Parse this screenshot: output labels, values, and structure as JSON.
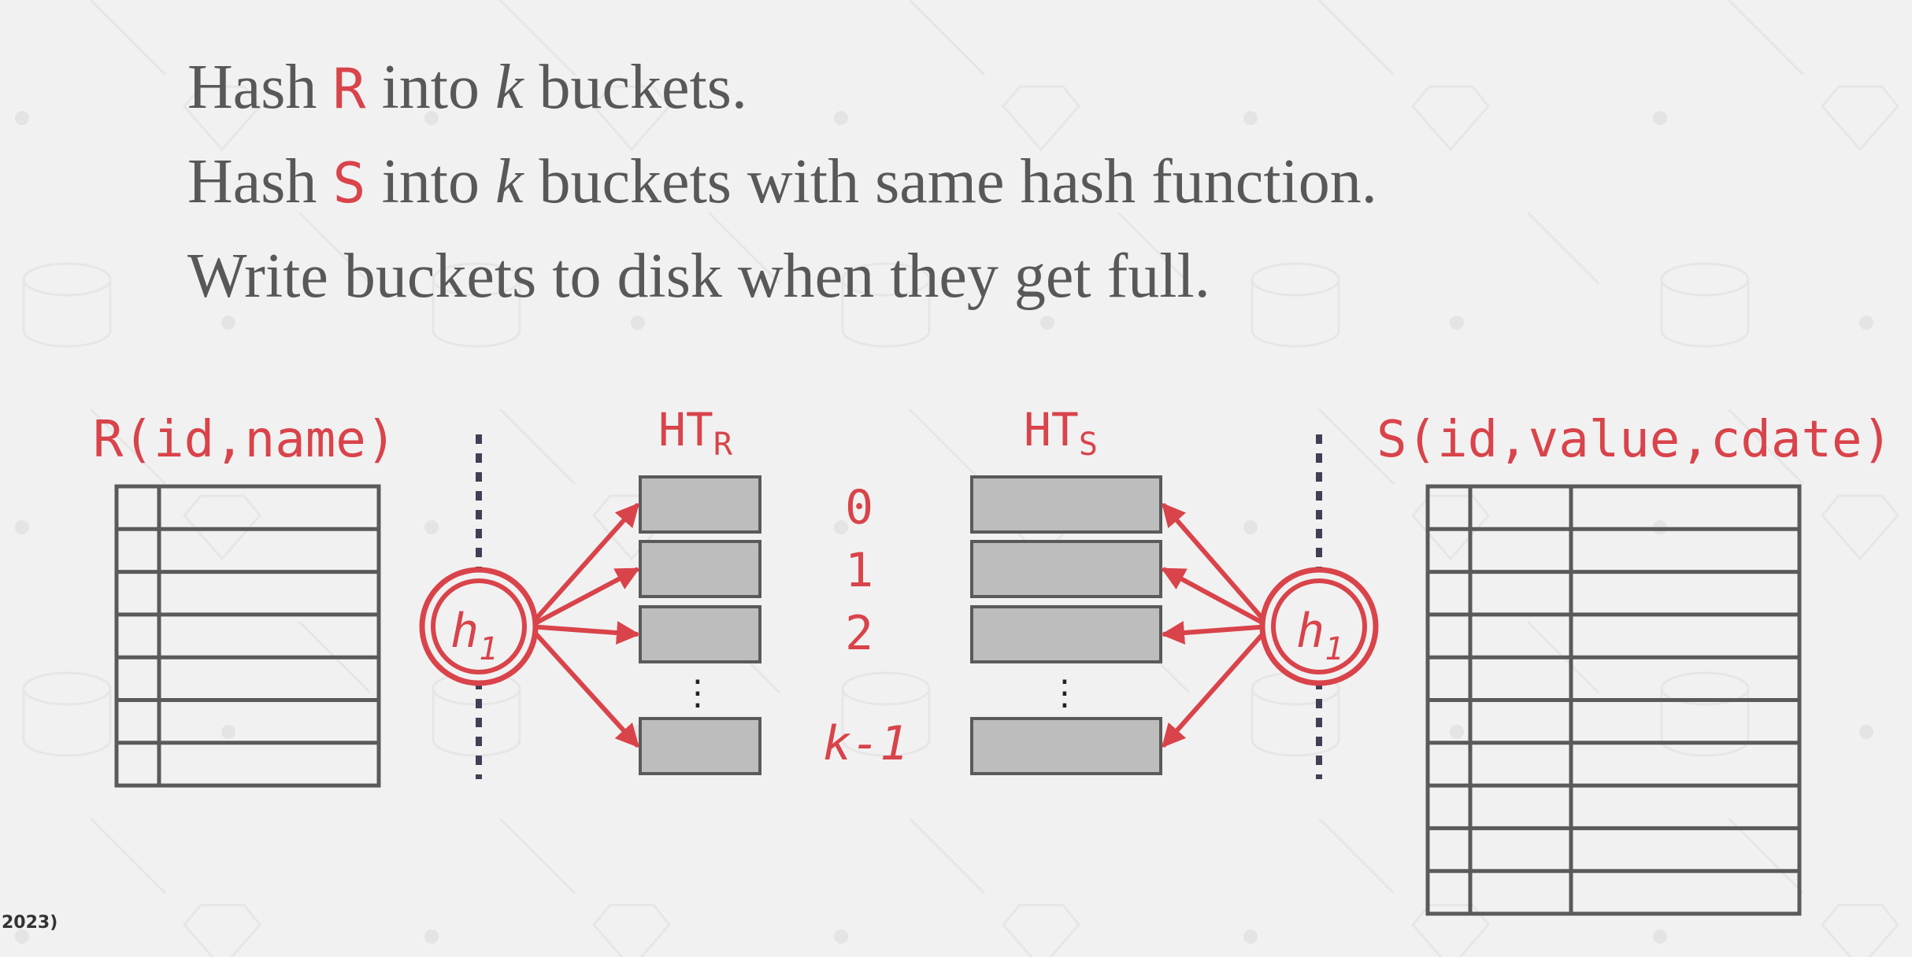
{
  "bullets": [
    {
      "pre": "Hash ",
      "rel": "R",
      "mid": " into ",
      "var": "k",
      "post": " buckets."
    },
    {
      "pre": "Hash ",
      "rel": "S",
      "mid": " into ",
      "var": "k",
      "post": " buckets with same hash function."
    },
    {
      "text": "Write buckets to disk when they get full."
    }
  ],
  "left_table": {
    "title": "R(id,name)",
    "rows": 7
  },
  "right_table": {
    "title": "S(id,value,cdate)",
    "rows": 10
  },
  "hash_tables": {
    "left": {
      "base": "HT",
      "sub": "R"
    },
    "right": {
      "base": "HT",
      "sub": "S"
    }
  },
  "hash_function": {
    "base": "h",
    "sub": "1"
  },
  "bucket_indices": [
    "0",
    "1",
    "2",
    "k-1"
  ],
  "ellipsis": "⋮",
  "footer": "2023)",
  "colors": {
    "accent": "#d9434a",
    "text": "#585858",
    "bucket_fill": "#bdbdbd",
    "table_stroke": "#5a5a5a",
    "divider": "#3f3f55"
  }
}
